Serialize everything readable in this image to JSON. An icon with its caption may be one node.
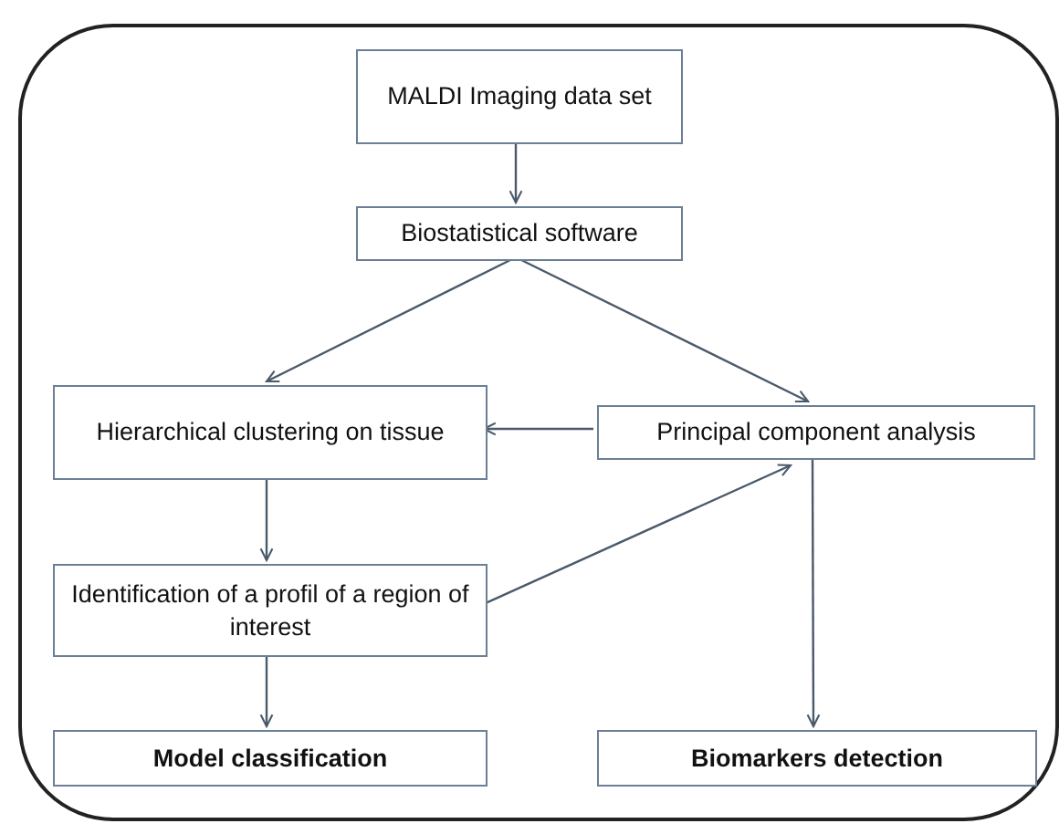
{
  "diagram": {
    "nodes": [
      {
        "text": [],
        "shape": "box"
      },
      {
        "text": [
          "MALDI Imaging data set"
        ],
        "in": 0
      },
      {
        "text": [
          "Biostatistical software"
        ],
        "in": 0
      },
      {
        "text": [
          "Hierarchical clustering on tissue"
        ],
        "in": 0
      },
      {
        "text": [
          "Principal component analysis"
        ],
        "in": 0
      },
      {
        "text": [
          "Identification of a profil of a region of interest"
        ],
        "in": 0
      },
      {
        "text": [
          "Model classification"
        ],
        "in": 0
      },
      {
        "text": [
          "Biomarkers detection"
        ],
        "in": 0
      }
    ],
    "edges": [
      {
        "from": 1,
        "to": 2,
        "arrow": "to"
      },
      {
        "from": 2,
        "to": 3,
        "arrow": "to"
      },
      {
        "from": 2,
        "to": 4,
        "arrow": "to"
      },
      {
        "from": 4,
        "to": 3,
        "arrow": "to"
      },
      {
        "from": 3,
        "to": 5,
        "arrow": "to"
      },
      {
        "from": 5,
        "to": 4,
        "arrow": "to"
      },
      {
        "from": 4,
        "to": 7,
        "arrow": "to"
      },
      {
        "from": 5,
        "to": 6,
        "arrow": "to"
      }
    ]
  }
}
